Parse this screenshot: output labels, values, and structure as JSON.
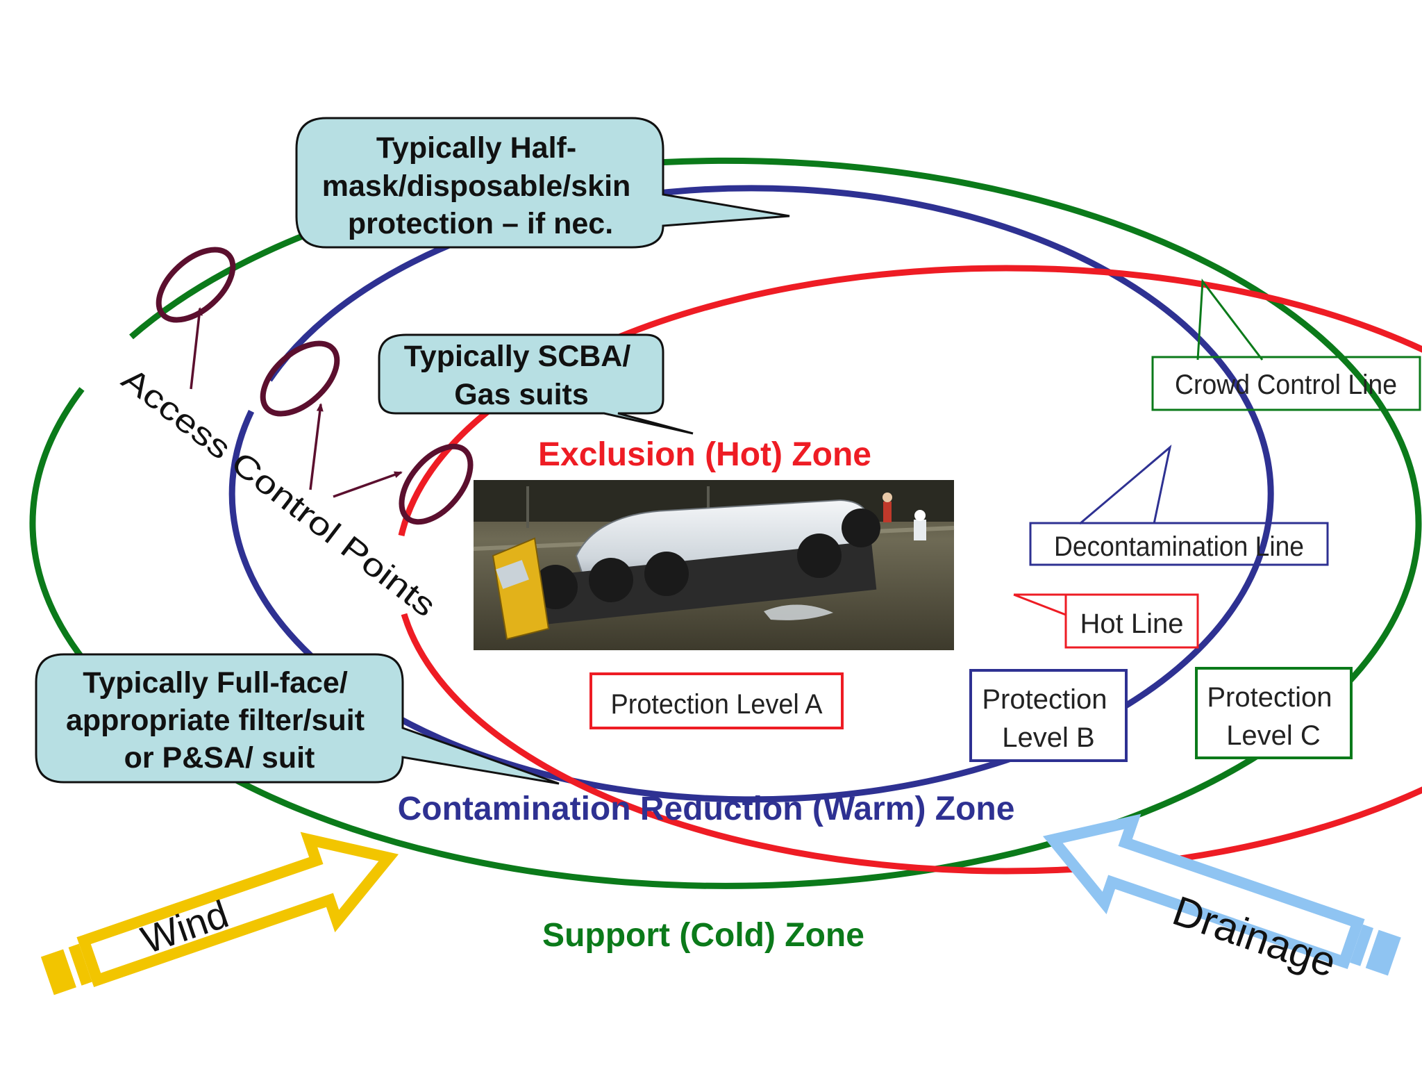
{
  "zones": {
    "hot": "Exclusion (Hot) Zone",
    "warm": "Contamination Reduction (Warm) Zone",
    "cold": "Support (Cold) Zone"
  },
  "callouts": {
    "cold": [
      "Typically Half-",
      "mask/disposable/skin",
      "protection – if nec."
    ],
    "hot": [
      "Typically SCBA/",
      "Gas suits"
    ],
    "warm": [
      "Typically Full-face/",
      "appropriate filter/suit",
      "or P&SA/ suit"
    ]
  },
  "lines": {
    "crowd_control": "Crowd Control Line",
    "decontamination": "Decontamination Line",
    "hot": "Hot Line"
  },
  "protection": {
    "a": "Protection Level A",
    "b": [
      "Protection",
      "Level B"
    ],
    "c": [
      "Protection",
      "Level C"
    ]
  },
  "access_control": "Access Control Points",
  "arrows": {
    "wind": "Wind",
    "drainage": "Drainage"
  },
  "colors": {
    "hot": "#ee1c24",
    "warm": "#2e3192",
    "cold": "#0b7a1a",
    "callout_fill": "#b7dfe3",
    "access_marker": "#5b0f2e",
    "wind": "#f2c500",
    "drainage": "#8fc4f2"
  }
}
